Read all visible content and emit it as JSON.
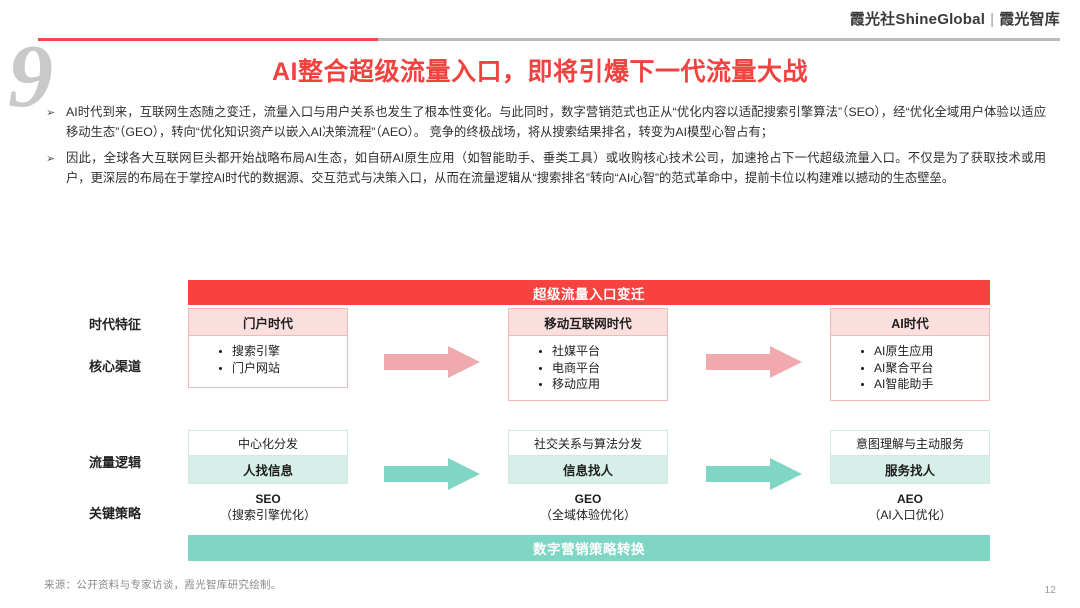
{
  "header": {
    "brand_cn": "霞光社",
    "brand_en": "ShineGlobal",
    "brand_sep": "|",
    "brand_sub": "霞光智库"
  },
  "slide": {
    "number": "9",
    "title": "AI整合超级流量入口，即将引爆下一代流量大战",
    "page_number": "12",
    "source": "来源：公开资料与专家访谈，霞光智库研究绘制。"
  },
  "bullets": [
    {
      "marker": "➢",
      "text": "AI时代到来，互联网生态随之变迁，流量入口与用户关系也发生了根本性变化。与此同时，数字营销范式也正从“优化内容以适配搜索引擎算法”（SEO），经“优化全域用户体验以适应移动生态”（GEO），转向“优化知识资产以嵌入AI决策流程”（AEO）。 竞争的终极战场，将从搜索结果排名，转变为AI模型心智占有；"
    },
    {
      "marker": "➢",
      "text": "因此，全球各大互联网巨头都开始战略布局AI生态，如自研AI原生应用（如智能助手、垂类工具）或收购核心技术公司，加速抢占下一代超级流量入口。不仅是为了获取技术或用户，更深层的布局在于掌控AI时代的数据源、交互范式与决策入口，从而在流量逻辑从“搜索排名”转向“AI心智”的范式革命中，提前卡位以构建难以撼动的生态壁垒。"
    }
  ],
  "diagram": {
    "top_banner": "超级流量入口变迁",
    "bottom_banner": "数字营销策略转换",
    "row_labels": {
      "era": "时代特征",
      "channel": "核心渠道",
      "logic": "流量逻辑",
      "strategy": "关键策略"
    },
    "columns": [
      {
        "era": "门户时代",
        "channels": [
          "搜索引擎",
          "门户网站"
        ],
        "logic_top": "中心化分发",
        "logic_bottom": "人找信息",
        "strategy_key": "SEO",
        "strategy_value": "（搜索引擎优化）"
      },
      {
        "era": "移动互联网时代",
        "channels": [
          "社媒平台",
          "电商平台",
          "移动应用"
        ],
        "logic_top": "社交关系与算法分发",
        "logic_bottom": "信息找人",
        "strategy_key": "GEO",
        "strategy_value": "（全域体验优化）"
      },
      {
        "era": "AI时代",
        "channels": [
          "AI原生应用",
          "AI聚合平台",
          "AI智能助手"
        ],
        "logic_top": "意图理解与主动服务",
        "logic_bottom": "服务找人",
        "strategy_key": "AEO",
        "strategy_value": "（AI入口优化）"
      }
    ],
    "arrows": {
      "pink_count": 2,
      "teal_count": 2
    }
  },
  "colors": {
    "accent_red": "#f0423f",
    "banner_red": "#f8423f",
    "era_head": "#fbdede",
    "era_border": "#f3b9b9",
    "arrow_pink": "#f0aaae",
    "teal": "#7fd6c4",
    "teal_fill": "#d7efe9",
    "teal_border": "#cfe9e3",
    "numeral_gray": "#c9c9c9"
  }
}
